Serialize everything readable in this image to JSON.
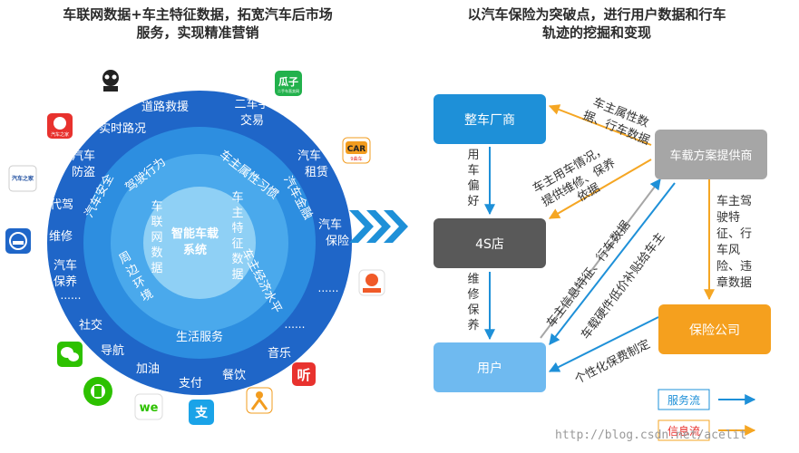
{
  "titles": {
    "left_line1": "车联网数据+车主特征数据，拓宽汽车后市场",
    "left_line2": "服务，实现精准营销",
    "right_line1": "以汽车保险为突破点，进行用户数据和行车",
    "right_line2": "轨迹的挖掘和变现"
  },
  "circle": {
    "center_line1": "智能车载",
    "center_line2": "系统",
    "inner_ring": {
      "driving": "驾驶行为",
      "cheliangwang": [
        "车",
        "联",
        "网",
        "数",
        "据"
      ],
      "attr_habit": "车主属性习惯",
      "traits": [
        "车",
        "主",
        "特",
        "征",
        "数",
        "据"
      ],
      "peripheral": [
        "周",
        "边",
        "环",
        "境"
      ],
      "finance_label": "车主经济水平"
    },
    "middle_ring": {
      "safety": "汽车安全",
      "finance": "汽车金融",
      "life": "生活服务",
      "dots": "......"
    },
    "outer_ring": {
      "road_rescue": "道路救援",
      "realtime_road": "实时路况",
      "used_car_1": "二车手",
      "used_car_2": "交易",
      "anti_theft_1": "汽车",
      "anti_theft_2": "防盗",
      "rental_1": "汽车",
      "rental_2": "租赁",
      "designated": "代驾",
      "insurance_1": "汽车",
      "insurance_2": "保险",
      "repair": "维修",
      "maintenance_1": "汽车",
      "maintenance_2": "保养",
      "dots_left": "......",
      "dots_right": "......",
      "social": "社交",
      "music": "音乐",
      "navigation": "导航",
      "refuel": "加油",
      "catering": "餐饮",
      "payment": "支付"
    }
  },
  "app_icons": {
    "guazi": "瓜子",
    "guazi_sub": "二手车直卖网",
    "car": "CAR",
    "car_sub": "9曲车",
    "autohome": "汽车之家",
    "autohome2": "汽车之家",
    "tingting": "听",
    "wechat": "we",
    "zhi": "支"
  },
  "flow": {
    "oem": "整车厂商",
    "shop4s": "4S店",
    "user": "用户",
    "provider": "车载方案提供商",
    "insurer": "保险公司",
    "oem_to_4s": [
      "用",
      "车",
      "偏",
      "好"
    ],
    "s4_to_user": [
      "维",
      "修",
      "保",
      "养"
    ],
    "provider_to_oem_1": "车主属性数",
    "provider_to_oem_2": "据、行车数据",
    "provider_to_4s_1": "车主用车情况，",
    "provider_to_4s_2": "提供维修、保养",
    "provider_to_4s_3": "依据",
    "provider_to_insurer": [
      "车主驾",
      "驶特",
      "征、行",
      "车风",
      "险、违",
      "章数据"
    ],
    "user_to_provider": "车主信息特征、行车数据",
    "insurer_to_user_1": "车载硬件低价补贴给车主",
    "insurer_to_user_2": "个性化保费制定"
  },
  "legend": {
    "service_flow": "服务流",
    "info_flow": "信息流"
  },
  "watermark": "http://blog.csdn.net/acelit",
  "colors": {
    "outer_ring": "#1f66c8",
    "middle_ring": "#2d8ee0",
    "inner_ring": "#4aa9ec",
    "center": "#72c2f2",
    "service_arrow": "#1e90d8",
    "info_arrow": "#f5a623",
    "gray_node": "#a6a6a6",
    "dark_node": "#595959",
    "orange_node": "#f5a01e"
  }
}
